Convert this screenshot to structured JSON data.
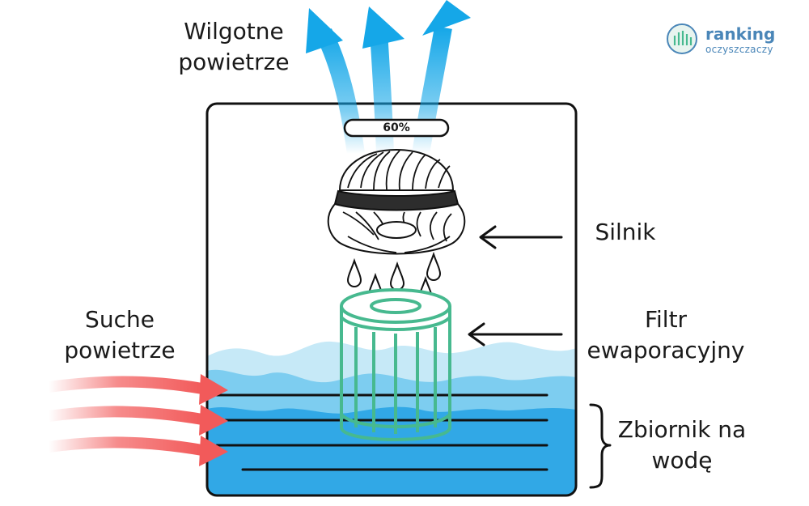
{
  "labels": {
    "humid_air": [
      "Wilgotne",
      "powietrze"
    ],
    "dry_air": [
      "Suche",
      "powietrze"
    ],
    "motor": "Silnik",
    "filter": [
      "Filtr",
      "ewaporacyjny"
    ],
    "tank": [
      "Zbiornik na",
      "wodę"
    ]
  },
  "indicator": {
    "text": "60%"
  },
  "logo": {
    "brand": "ranking",
    "sub": "oczyszczaczy"
  },
  "colors": {
    "water_light": "#c6e9f7",
    "water_mid": "#7dcdf0",
    "water_deep": "#31a8e6",
    "arrow_blue": "#15a7e8",
    "arrow_red": "#f25a5a",
    "filter_green": "#47b98f",
    "outline": "#111111",
    "logo_blue": "#4a86b8"
  }
}
